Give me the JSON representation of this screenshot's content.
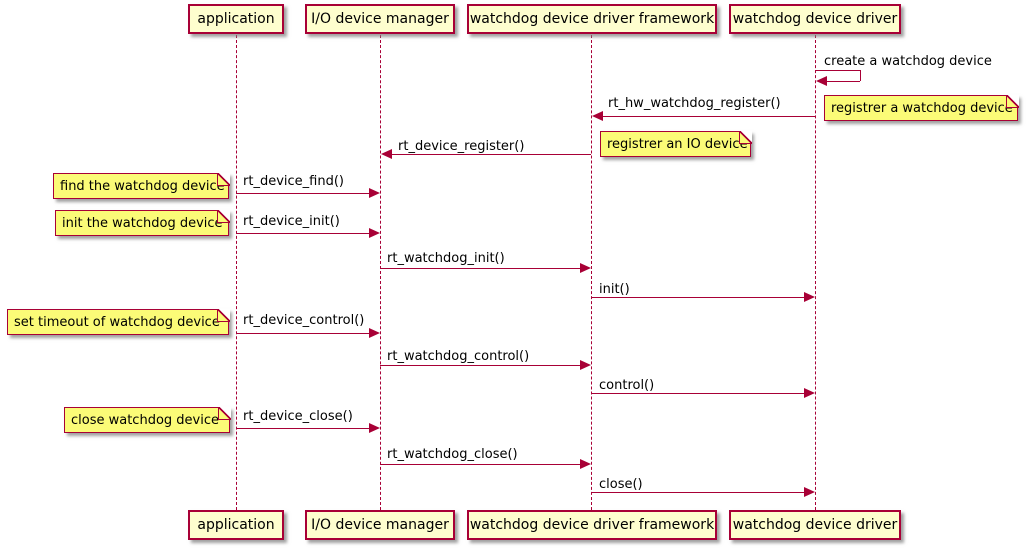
{
  "diagram": {
    "type": "sequence",
    "colors": {
      "background": "#FFFFFF",
      "participant_fill": "#FEFECE",
      "note_fill": "#FBFB77",
      "line_and_border": "#A80036",
      "text": "#000000"
    }
  },
  "participants": [
    {
      "label": "application"
    },
    {
      "label": "I/O device manager"
    },
    {
      "label": "watchdog device driver framework"
    },
    {
      "label": "watchdog device driver"
    }
  ],
  "messages": [
    {
      "label": "create a watchdog device",
      "from": "watchdog device driver",
      "to": "watchdog device driver",
      "type": "self"
    },
    {
      "label": "rt_hw_watchdog_register()",
      "from": "watchdog device driver",
      "to": "watchdog device driver framework",
      "type": "left"
    },
    {
      "label": "rt_device_register()",
      "from": "watchdog device driver framework",
      "to": "I/O device manager",
      "type": "left"
    },
    {
      "label": "rt_device_find()",
      "from": "application",
      "to": "I/O device manager",
      "type": "right"
    },
    {
      "label": "rt_device_init()",
      "from": "application",
      "to": "I/O device manager",
      "type": "right"
    },
    {
      "label": "rt_watchdog_init()",
      "from": "I/O device manager",
      "to": "watchdog device driver framework",
      "type": "right"
    },
    {
      "label": "init()",
      "from": "watchdog device driver framework",
      "to": "watchdog device driver",
      "type": "right"
    },
    {
      "label": "rt_device_control()",
      "from": "application",
      "to": "I/O device manager",
      "type": "right"
    },
    {
      "label": "rt_watchdog_control()",
      "from": "I/O device manager",
      "to": "watchdog device driver framework",
      "type": "right"
    },
    {
      "label": "control()",
      "from": "watchdog device driver framework",
      "to": "watchdog device driver",
      "type": "right"
    },
    {
      "label": "rt_device_close()",
      "from": "application",
      "to": "I/O device manager",
      "type": "right"
    },
    {
      "label": "rt_watchdog_close()",
      "from": "I/O device manager",
      "to": "watchdog device driver framework",
      "type": "right"
    },
    {
      "label": "close()",
      "from": "watchdog device driver framework",
      "to": "watchdog device driver",
      "type": "right"
    }
  ],
  "notes": [
    {
      "text": "registrer a watchdog device",
      "side": "right",
      "attached_to": "rt_hw_watchdog_register()"
    },
    {
      "text": "registrer an IO device",
      "side": "right",
      "attached_to": "rt_device_register()"
    },
    {
      "text": "find the watchdog device",
      "side": "left",
      "attached_to": "rt_device_find()"
    },
    {
      "text": "init the watchdog device",
      "side": "left",
      "attached_to": "rt_device_init()"
    },
    {
      "text": "set timeout of watchdog device",
      "side": "left",
      "attached_to": "rt_device_control()"
    },
    {
      "text": "close watchdog device",
      "side": "left",
      "attached_to": "rt_device_close()"
    }
  ]
}
